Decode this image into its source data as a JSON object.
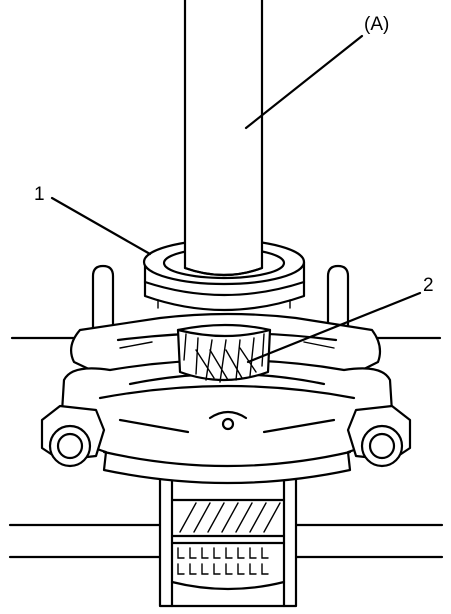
{
  "labels": {
    "tool": "(A)",
    "part1": "1",
    "part2": "2"
  },
  "colors": {
    "line": "#000000",
    "background": "#ffffff"
  }
}
